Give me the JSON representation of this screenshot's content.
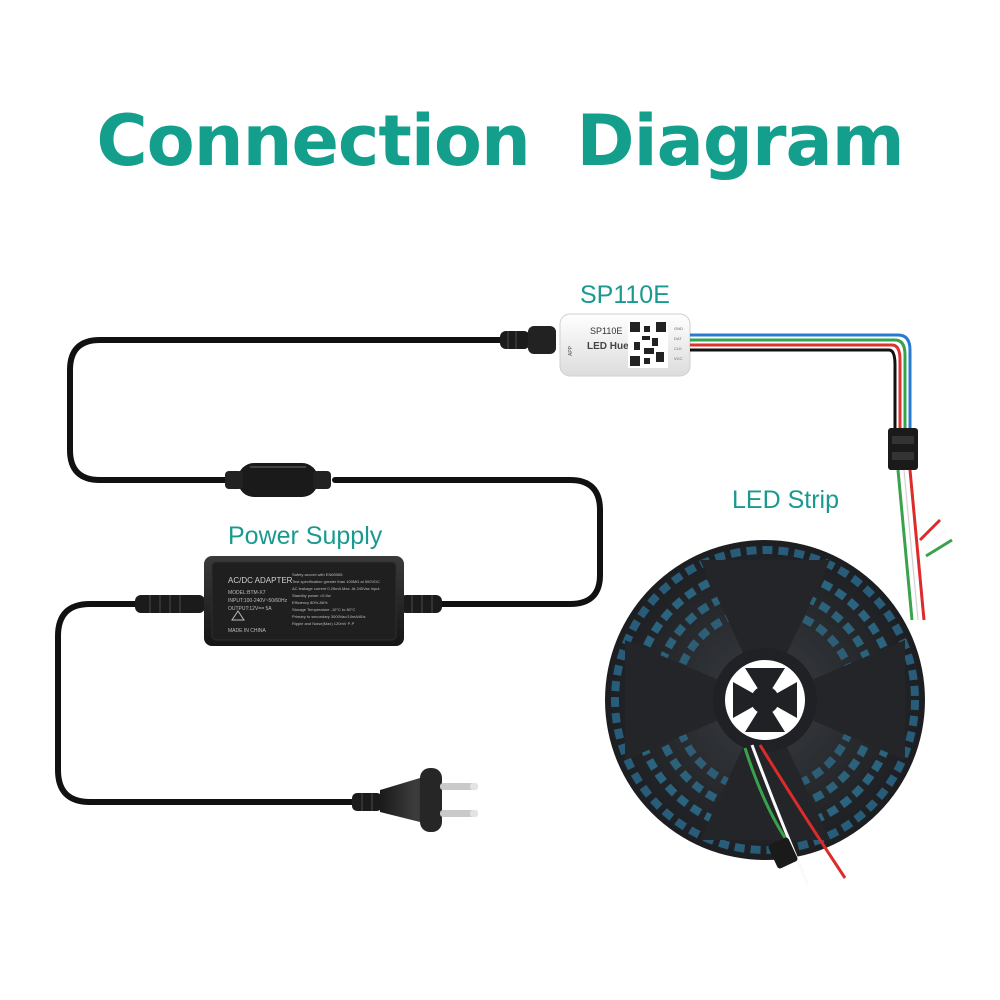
{
  "title": "Connection  Diagram",
  "colors": {
    "title": "#139f8c",
    "label": "#1a9a8f"
  },
  "labels": {
    "controller": "SP110E",
    "led_strip": "LED Strip",
    "power_supply": "Power Supply"
  },
  "controller": {
    "model": "SP110E",
    "line2": "LED Hue",
    "line3": "APP",
    "pins": [
      "GND",
      "DAT",
      "CLK",
      "VCC"
    ]
  },
  "adapter": {
    "heading": "AC/DC  ADAPTER",
    "left_lines": [
      "MODEL:BTM-X7",
      "INPUT:100-240V~50/60Hz",
      "OUTPUT:12V== 5A"
    ],
    "right_lines": [
      "Safety accord with EN60065",
      "Test specification greater than 100MΩ at 500VDC",
      "AC leakage current 0.25mA Max. At 240Vac input",
      "Standby power <0.5w",
      "Efficiency 80%-86%",
      "Storage Temperature -10°C to 80°C",
      "Primary to secondary 3000Vac/10mA/60s",
      "Ripple and Noise(Max) 120mV P-P"
    ],
    "made_in": "MADE IN CHINA"
  }
}
